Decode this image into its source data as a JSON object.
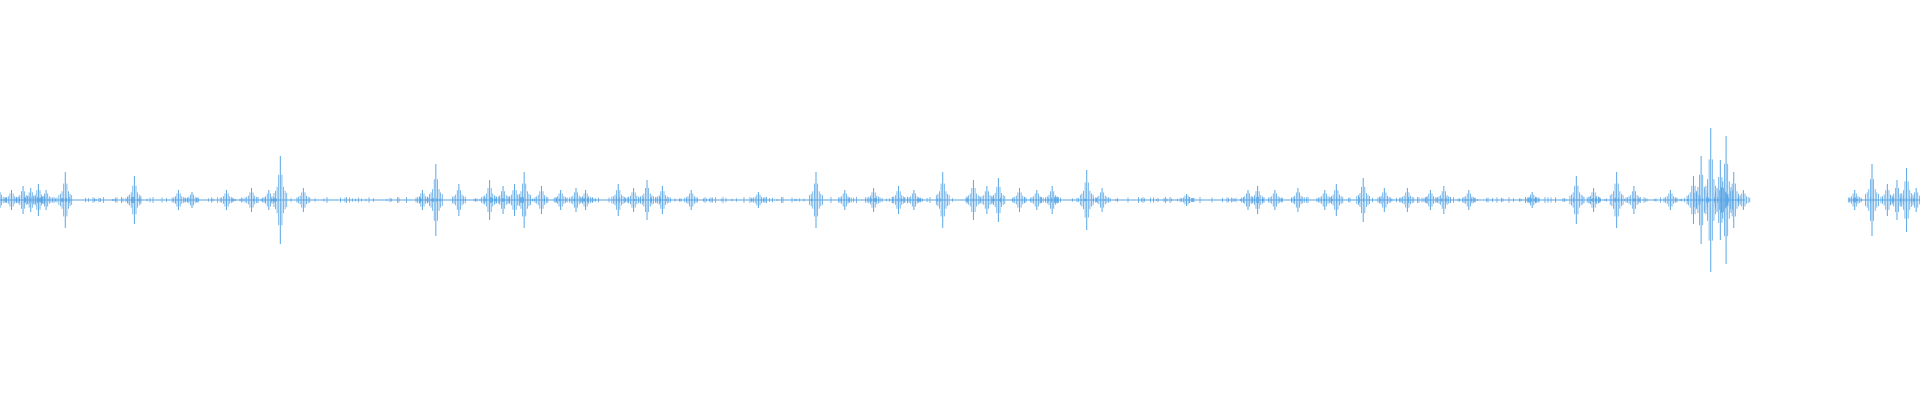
{
  "waveform": {
    "color": "#5aa6e6",
    "background": "#ffffff",
    "amplitude_range": [
      -1,
      1
    ],
    "duration_fraction_min": 0,
    "duration_fraction_max": 1,
    "gap": {
      "start": 0.909,
      "end": 0.963
    },
    "events": [
      {
        "t": 0.0,
        "a": 0.04
      },
      {
        "t": 0.006,
        "a": 0.05
      },
      {
        "t": 0.012,
        "a": 0.07
      },
      {
        "t": 0.016,
        "a": 0.06
      },
      {
        "t": 0.02,
        "a": 0.08
      },
      {
        "t": 0.024,
        "a": 0.05
      },
      {
        "t": 0.034,
        "a": 0.14
      },
      {
        "t": 0.07,
        "a": 0.12
      },
      {
        "t": 0.093,
        "a": 0.05
      },
      {
        "t": 0.1,
        "a": 0.04
      },
      {
        "t": 0.118,
        "a": 0.05
      },
      {
        "t": 0.131,
        "a": 0.06
      },
      {
        "t": 0.14,
        "a": 0.05
      },
      {
        "t": 0.146,
        "a": 0.22
      },
      {
        "t": 0.158,
        "a": 0.06
      },
      {
        "t": 0.22,
        "a": 0.05
      },
      {
        "t": 0.227,
        "a": 0.18
      },
      {
        "t": 0.239,
        "a": 0.08
      },
      {
        "t": 0.255,
        "a": 0.1
      },
      {
        "t": 0.262,
        "a": 0.07
      },
      {
        "t": 0.268,
        "a": 0.08
      },
      {
        "t": 0.273,
        "a": 0.14
      },
      {
        "t": 0.282,
        "a": 0.07
      },
      {
        "t": 0.292,
        "a": 0.05
      },
      {
        "t": 0.3,
        "a": 0.06
      },
      {
        "t": 0.305,
        "a": 0.05
      },
      {
        "t": 0.322,
        "a": 0.08
      },
      {
        "t": 0.33,
        "a": 0.06
      },
      {
        "t": 0.337,
        "a": 0.1
      },
      {
        "t": 0.345,
        "a": 0.07
      },
      {
        "t": 0.36,
        "a": 0.05
      },
      {
        "t": 0.395,
        "a": 0.04
      },
      {
        "t": 0.425,
        "a": 0.14
      },
      {
        "t": 0.44,
        "a": 0.05
      },
      {
        "t": 0.455,
        "a": 0.06
      },
      {
        "t": 0.468,
        "a": 0.07
      },
      {
        "t": 0.476,
        "a": 0.05
      },
      {
        "t": 0.491,
        "a": 0.14
      },
      {
        "t": 0.507,
        "a": 0.1
      },
      {
        "t": 0.514,
        "a": 0.07
      },
      {
        "t": 0.52,
        "a": 0.11
      },
      {
        "t": 0.531,
        "a": 0.06
      },
      {
        "t": 0.54,
        "a": 0.05
      },
      {
        "t": 0.548,
        "a": 0.07
      },
      {
        "t": 0.566,
        "a": 0.15
      },
      {
        "t": 0.574,
        "a": 0.06
      },
      {
        "t": 0.618,
        "a": 0.03
      },
      {
        "t": 0.65,
        "a": 0.05
      },
      {
        "t": 0.655,
        "a": 0.07
      },
      {
        "t": 0.664,
        "a": 0.05
      },
      {
        "t": 0.676,
        "a": 0.06
      },
      {
        "t": 0.69,
        "a": 0.05
      },
      {
        "t": 0.696,
        "a": 0.08
      },
      {
        "t": 0.71,
        "a": 0.11
      },
      {
        "t": 0.721,
        "a": 0.06
      },
      {
        "t": 0.733,
        "a": 0.06
      },
      {
        "t": 0.745,
        "a": 0.05
      },
      {
        "t": 0.752,
        "a": 0.07
      },
      {
        "t": 0.765,
        "a": 0.05
      },
      {
        "t": 0.798,
        "a": 0.04
      },
      {
        "t": 0.821,
        "a": 0.12
      },
      {
        "t": 0.83,
        "a": 0.06
      },
      {
        "t": 0.842,
        "a": 0.14
      },
      {
        "t": 0.851,
        "a": 0.07
      },
      {
        "t": 0.87,
        "a": 0.05
      },
      {
        "t": 0.882,
        "a": 0.12
      },
      {
        "t": 0.886,
        "a": 0.22
      },
      {
        "t": 0.891,
        "a": 0.36
      },
      {
        "t": 0.896,
        "a": 0.2
      },
      {
        "t": 0.899,
        "a": 0.32
      },
      {
        "t": 0.903,
        "a": 0.14
      },
      {
        "t": 0.908,
        "a": 0.05
      },
      {
        "t": 0.966,
        "a": 0.05
      },
      {
        "t": 0.975,
        "a": 0.18
      },
      {
        "t": 0.983,
        "a": 0.08
      },
      {
        "t": 0.988,
        "a": 0.1
      },
      {
        "t": 0.993,
        "a": 0.16
      },
      {
        "t": 0.998,
        "a": 0.06
      }
    ]
  }
}
